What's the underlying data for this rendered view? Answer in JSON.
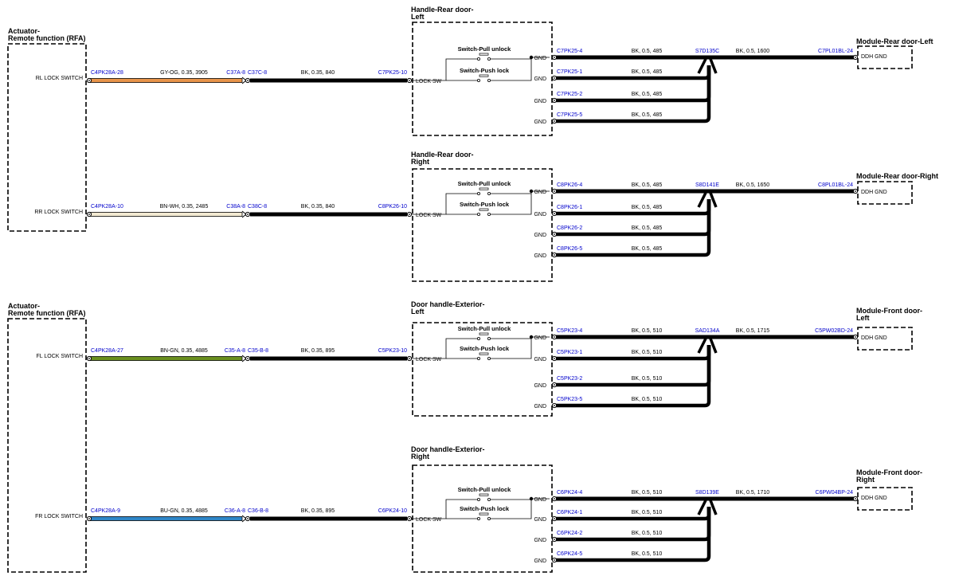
{
  "actuator_titles": [
    [
      "Actuator-",
      "Remote function (RFA)"
    ],
    [
      "Actuator-",
      "Remote function (RFA)"
    ]
  ],
  "colors": {
    "GY-OG": "#e8944a",
    "BN-WH": "#f3ead2",
    "BN-GN": "#6a8f1f",
    "BU-GN": "#2f86c8",
    "BK": "#000000",
    "connector": "#0000cc"
  },
  "circuits": [
    {
      "switch_label": "RL LOCK SWITCH",
      "act_pin": "C4PK28A-28",
      "wire1_spec": "GY-OG,  0.35,  3905",
      "wire1_color": "GY-OG",
      "inline_a": "C37A-8",
      "inline_b": "C37C-8",
      "wire2_spec": "BK,  0.35,  840",
      "handle_pin": "C7PK25-10",
      "handle_title": [
        "Handle-Rear door-",
        "Left"
      ],
      "pull_label": "Switch-Pull unlock",
      "push_label": "Switch-Push lock",
      "lock_sw": "LOCK SW",
      "gnd_label": "GND",
      "gnd_pins": [
        "C7PK25-4",
        "C7PK25-1",
        "C7PK25-2",
        "C7PK25-5"
      ],
      "gnd_specs": [
        "BK,  0.5,  485",
        "BK,  0.5,  485",
        "BK,  0.5,  485",
        "BK,  0.5,  485"
      ],
      "splice": "S7D135C",
      "module_wire_spec": "BK,  0.5,  1600",
      "module_pin": "C7PL01BL-24",
      "module_title": [
        "Module-Rear door-Left"
      ],
      "module_pin_label": "DDH GND"
    },
    {
      "switch_label": "RR LOCK SWITCH",
      "act_pin": "C4PK28A-10",
      "wire1_spec": "BN-WH,  0.35,  2485",
      "wire1_color": "BN-WH",
      "inline_a": "C38A-8",
      "inline_b": "C38C-8",
      "wire2_spec": "BK,  0.35,  840",
      "handle_pin": "C8PK26-10",
      "handle_title": [
        "Handle-Rear door-",
        "Right"
      ],
      "pull_label": "Switch-Pull unlock",
      "push_label": "Switch-Push lock",
      "lock_sw": "LOCK SW",
      "gnd_label": "GND",
      "gnd_pins": [
        "C8PK26-4",
        "C8PK26-1",
        "C8PK26-2",
        "C8PK26-5"
      ],
      "gnd_specs": [
        "BK,  0.5,  485",
        "BK,  0.5,  485",
        "BK,  0.5,  485",
        "BK,  0.5,  485"
      ],
      "splice": "S8D141E",
      "module_wire_spec": "BK,  0.5,  1650",
      "module_pin": "C8PL01BL-24",
      "module_title": [
        "Module-Rear door-Right"
      ],
      "module_pin_label": "DDH GND"
    },
    {
      "switch_label": "FL LOCK SWITCH",
      "act_pin": "C4PK28A-27",
      "wire1_spec": "BN-GN,  0.35,  4885",
      "wire1_color": "BN-GN",
      "inline_a": "C35-A-8",
      "inline_b": "C35-B-8",
      "wire2_spec": "BK,  0.35,  895",
      "handle_pin": "C5PK23-10",
      "handle_title": [
        "Door handle-Exterior-",
        "Left"
      ],
      "pull_label": "Switch-Pull unlock",
      "push_label": "Switch-Push lock",
      "lock_sw": "LOCK SW",
      "gnd_label": "GND",
      "gnd_pins": [
        "C5PK23-4",
        "C5PK23-1",
        "C5PK23-2",
        "C5PK23-5"
      ],
      "gnd_specs": [
        "BK,  0.5,  510",
        "BK,  0.5,  510",
        "BK,  0.5,  510",
        "BK,  0.5,  510"
      ],
      "splice": "SAD134A",
      "module_wire_spec": "BK,  0.5,  1715",
      "module_pin": "C5PW02BD-24",
      "module_title": [
        "Module-Front door-",
        "Left"
      ],
      "module_pin_label": "DDH GND"
    },
    {
      "switch_label": "FR LOCK SWITCH",
      "act_pin": "C4PK28A-9",
      "wire1_spec": "BU-GN,  0.35,  4885",
      "wire1_color": "BU-GN",
      "inline_a": "C36-A-8",
      "inline_b": "C36-B-8",
      "wire2_spec": "BK,  0.35,  895",
      "handle_pin": "C6PK24-10",
      "handle_title": [
        "Door handle-Exterior-",
        "Right"
      ],
      "pull_label": "Switch-Pull unlock",
      "push_label": "Switch-Push lock",
      "lock_sw": "LOCK SW",
      "gnd_label": "GND",
      "gnd_pins": [
        "C6PK24-4",
        "C6PK24-1",
        "C6PK24-2",
        "C6PK24-5"
      ],
      "gnd_specs": [
        "BK,  0.5,  510",
        "BK,  0.5,  510",
        "BK,  0.5,  510",
        "BK,  0.5,  510"
      ],
      "splice": "S8D139E",
      "module_wire_spec": "BK,  0.5,  1710",
      "module_pin": "C6PW04BP-24",
      "module_title": [
        "Module-Front door-",
        "Right"
      ],
      "module_pin_label": "DDH GND"
    }
  ]
}
